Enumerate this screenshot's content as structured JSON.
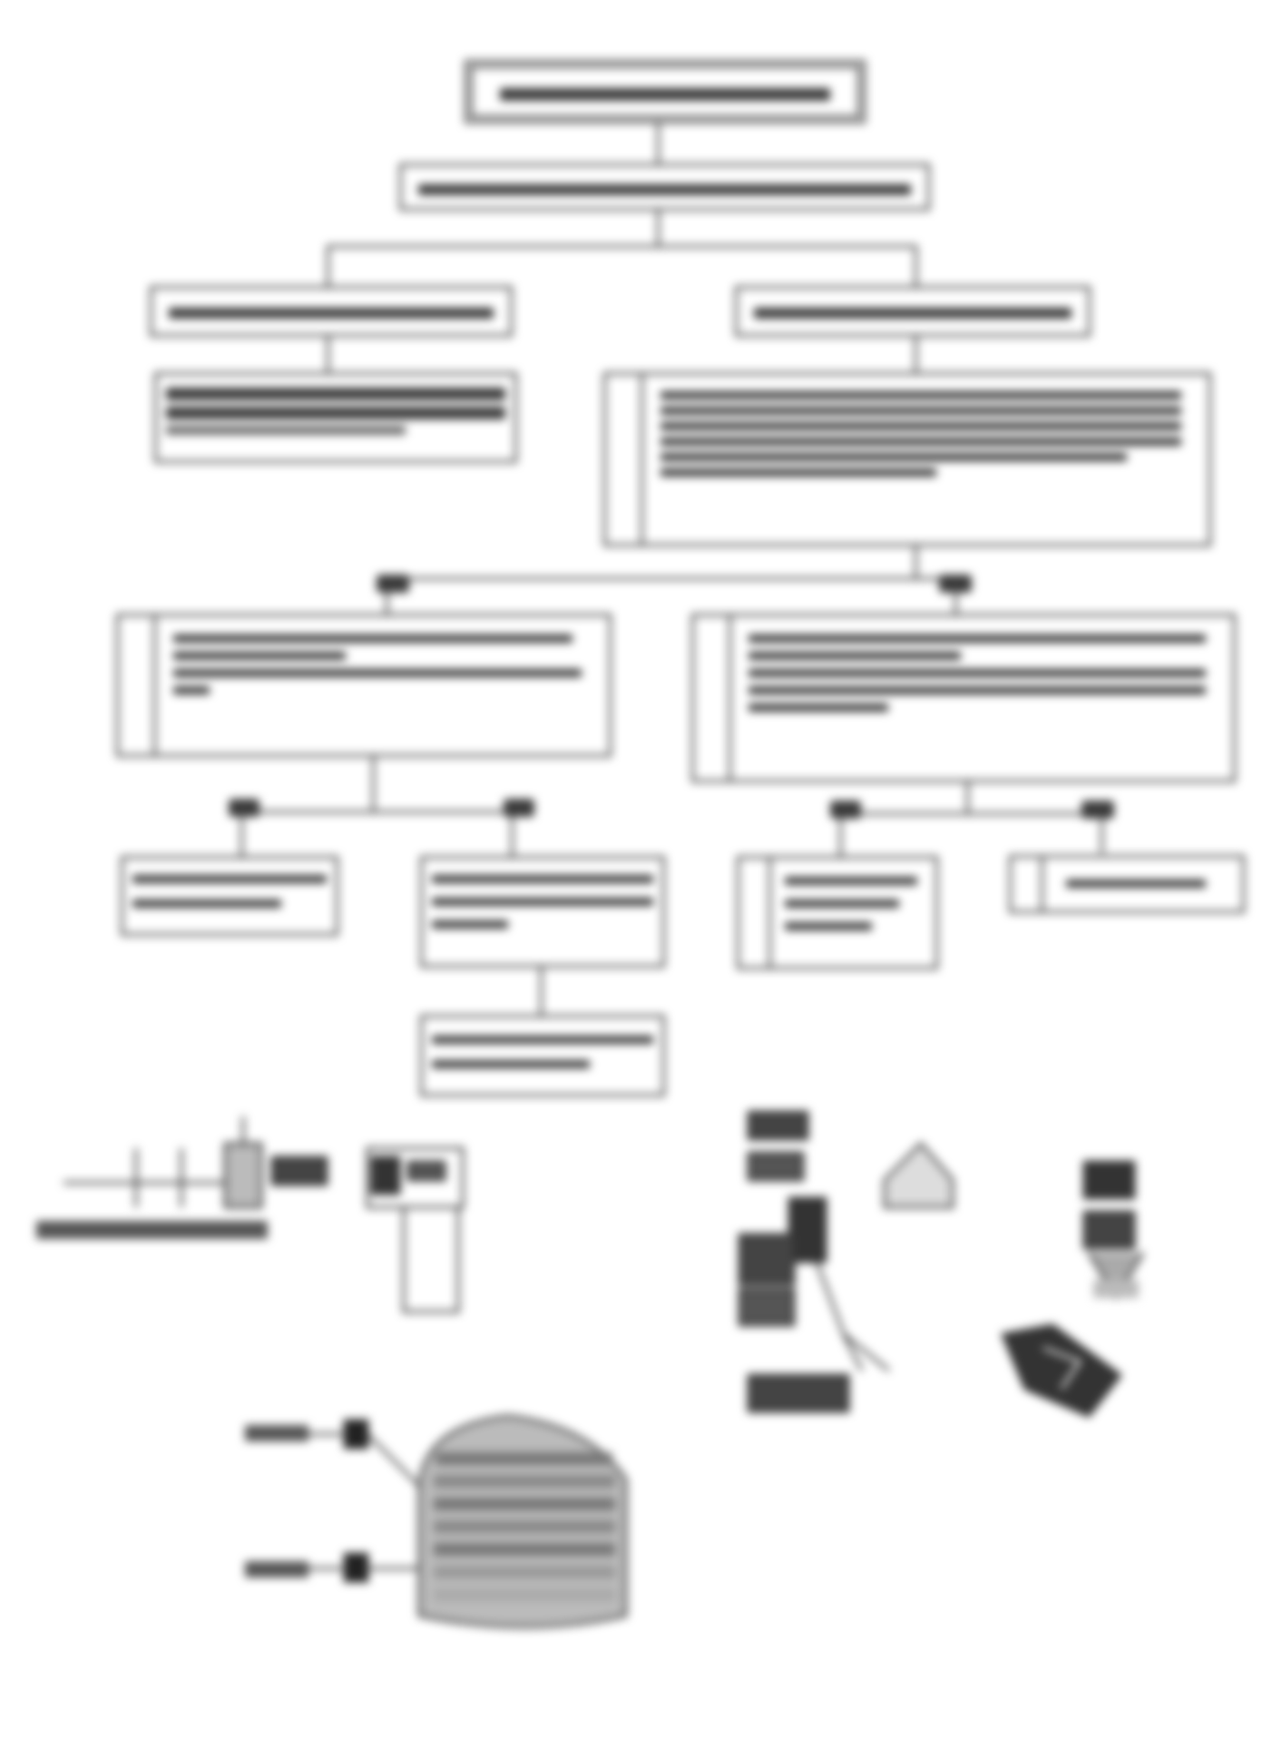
{
  "flowchart": {
    "title": "",
    "nodes": [
      {
        "id": "n1",
        "text": ""
      },
      {
        "id": "n2",
        "text": ""
      },
      {
        "id": "n3",
        "text": ""
      },
      {
        "id": "n4",
        "text": ""
      },
      {
        "id": "n5",
        "text": ""
      },
      {
        "id": "n6",
        "text": ""
      },
      {
        "id": "n7",
        "text": ""
      },
      {
        "id": "n8",
        "text": ""
      },
      {
        "id": "n9",
        "text": ""
      },
      {
        "id": "n10",
        "text": ""
      },
      {
        "id": "n11",
        "text": ""
      },
      {
        "id": "n12",
        "text": ""
      },
      {
        "id": "n13",
        "text": ""
      }
    ],
    "branch_labels": [
      "",
      "",
      "",
      "",
      "",
      ""
    ]
  },
  "figures": [
    {
      "id": "connector-figure",
      "caption": ""
    },
    {
      "id": "sensor-figure",
      "caption": ""
    },
    {
      "id": "plug-figure",
      "caption": ""
    }
  ]
}
